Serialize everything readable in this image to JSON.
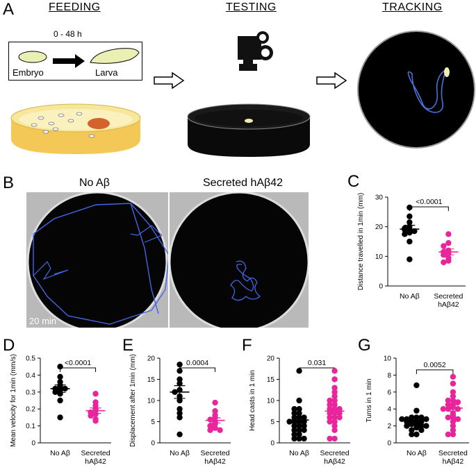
{
  "panel_a": {
    "label": "A",
    "feeding_header": "FEEDING",
    "testing_header": "TESTING",
    "tracking_header": "TRACKING",
    "time_range": "0 - 48 h",
    "embryo_label": "Embryo",
    "larva_label": "Larva"
  },
  "panel_b": {
    "label": "B",
    "left_title": "No Aβ",
    "right_title": "Secreted hAβ42",
    "time_stamp": "20 min"
  },
  "colors": {
    "control": "#000000",
    "treated": "#e8259a",
    "track": "#3b5bd6"
  },
  "chart_data": [
    {
      "panel": "C",
      "type": "scatter",
      "ylabel": "Distance travelled in 1min (mm)",
      "ylim": [
        0,
        30
      ],
      "yticks": [
        0,
        10,
        20,
        30
      ],
      "categories": [
        "No Aβ",
        "Secreted hAβ42"
      ],
      "pvalue": "<0.0001",
      "series": [
        {
          "values": [
            26.5,
            23.5,
            21.5,
            20.0,
            19.5,
            19.0,
            19.0,
            18.5,
            18.0,
            17.5,
            15.0,
            9.0
          ],
          "mean": 19.2,
          "sem": 1.3
        },
        {
          "values": [
            17.5,
            14.5,
            13.5,
            12.0,
            11.5,
            11.0,
            10.5,
            9.5,
            8.5,
            8.0
          ],
          "mean": 11.5,
          "sem": 1.0
        }
      ]
    },
    {
      "panel": "D",
      "type": "scatter",
      "ylabel": "Mean velocity for 1min (mm/s)",
      "ylim": [
        0,
        0.5
      ],
      "yticks": [
        0,
        0.1,
        0.2,
        0.3,
        0.4,
        0.5
      ],
      "categories": [
        "No Aβ",
        "Secreted hAβ42"
      ],
      "pvalue": "<0.0001",
      "series": [
        {
          "values": [
            0.45,
            0.39,
            0.36,
            0.34,
            0.33,
            0.32,
            0.32,
            0.31,
            0.3,
            0.29,
            0.25,
            0.15
          ],
          "mean": 0.32,
          "sem": 0.022
        },
        {
          "values": [
            0.29,
            0.24,
            0.22,
            0.2,
            0.19,
            0.18,
            0.17,
            0.16,
            0.14,
            0.13
          ],
          "mean": 0.19,
          "sem": 0.016
        }
      ]
    },
    {
      "panel": "E",
      "type": "scatter",
      "ylabel": "Displacement after 1min (mm)",
      "ylim": [
        0,
        20
      ],
      "yticks": [
        0,
        5,
        10,
        15,
        20
      ],
      "categories": [
        "No Aβ",
        "Secreted hAβ42"
      ],
      "pvalue": "0.0004",
      "series": [
        {
          "values": [
            18.5,
            17.0,
            15.0,
            14.0,
            12.5,
            12.0,
            11.0,
            10.0,
            8.0,
            7.0,
            6.0,
            2.0
          ],
          "mean": 12.0,
          "sem": 1.5
        },
        {
          "values": [
            9.5,
            7.5,
            6.5,
            6.0,
            5.5,
            5.0,
            4.5,
            4.0,
            3.5,
            3.0,
            3.0
          ],
          "mean": 5.3,
          "sem": 0.6
        }
      ]
    },
    {
      "panel": "F",
      "type": "scatter",
      "ylabel": "Head casts in 1 min",
      "ylim": [
        0,
        20
      ],
      "yticks": [
        0,
        5,
        10,
        15,
        20
      ],
      "categories": [
        "No Aβ",
        "Secreted hAβ42"
      ],
      "pvalue": "0.031",
      "series": [
        {
          "values": [
            17,
            10,
            8,
            8,
            7,
            7,
            6,
            6,
            6,
            5,
            5,
            5,
            5,
            4,
            4,
            4,
            3,
            3,
            3,
            2,
            2,
            1,
            1,
            1
          ],
          "mean": 5.4,
          "sem": 0.8
        },
        {
          "values": [
            17,
            15,
            13,
            12,
            11,
            10,
            10,
            9,
            9,
            8,
            8,
            8,
            7,
            7,
            7,
            6,
            6,
            6,
            5,
            5,
            4,
            3,
            1,
            1
          ],
          "mean": 7.5,
          "sem": 0.8
        }
      ]
    },
    {
      "panel": "G",
      "type": "scatter",
      "ylabel": "Turns in 1 min",
      "ylim": [
        0,
        10
      ],
      "yticks": [
        0,
        2,
        4,
        6,
        8,
        10
      ],
      "categories": [
        "No Aβ",
        "Secreted hAβ42"
      ],
      "pvalue": "0.0052",
      "series": [
        {
          "values": [
            6.8,
            3.8,
            3.0,
            3.0,
            3.0,
            2.8,
            2.8,
            2.8,
            2.5,
            2.5,
            2.5,
            2.5,
            2.2,
            2.2,
            2.0,
            2.0,
            2.0,
            1.8,
            1.5,
            1.5,
            1.0,
            1.0
          ],
          "mean": 2.7,
          "sem": 0.2
        },
        {
          "values": [
            7.8,
            7.0,
            6.0,
            5.5,
            5.0,
            5.0,
            4.8,
            4.5,
            4.5,
            4.2,
            4.0,
            4.0,
            4.0,
            3.5,
            3.2,
            3.0,
            3.0,
            2.8,
            2.5,
            2.0,
            1.5,
            1.0,
            1.0
          ],
          "mean": 4.1,
          "sem": 0.35
        }
      ]
    }
  ]
}
